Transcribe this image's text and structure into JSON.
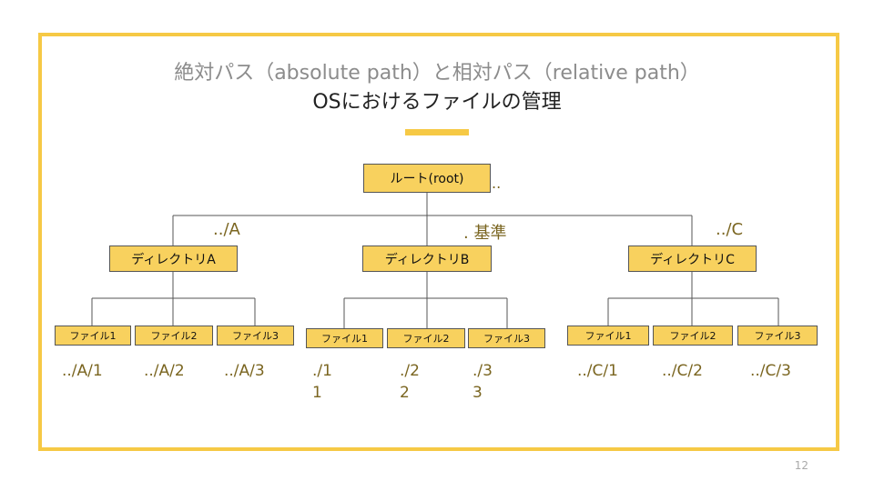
{
  "title": {
    "line1": "絶対パス（absolute path）と相対パス（relative path）",
    "line2": "OSにおけるファイルの管理"
  },
  "colors": {
    "frame": "#f6c945",
    "node_fill": "#f8d15e",
    "label": "#7a6520"
  },
  "tree": {
    "root": {
      "label": "ルート(root)",
      "rel": ".."
    },
    "directories": [
      {
        "label": "ディレクトリA",
        "rel": "../A",
        "files": [
          {
            "label": "ファイル1",
            "path": "../A/1"
          },
          {
            "label": "ファイル2",
            "path": "../A/2"
          },
          {
            "label": "ファイル3",
            "path": "../A/3"
          }
        ]
      },
      {
        "label": "ディレクトリB",
        "rel": ". 基準",
        "files": [
          {
            "label": "ファイル1",
            "path": "./1\n1"
          },
          {
            "label": "ファイル2",
            "path": "./2\n2"
          },
          {
            "label": "ファイル3",
            "path": "./3\n3"
          }
        ]
      },
      {
        "label": "ディレクトリC",
        "rel": "../C",
        "files": [
          {
            "label": "ファイル1",
            "path": "../C/1"
          },
          {
            "label": "ファイル2",
            "path": "../C/2"
          },
          {
            "label": "ファイル3",
            "path": "../C/3"
          }
        ]
      }
    ]
  },
  "page_number": "12"
}
